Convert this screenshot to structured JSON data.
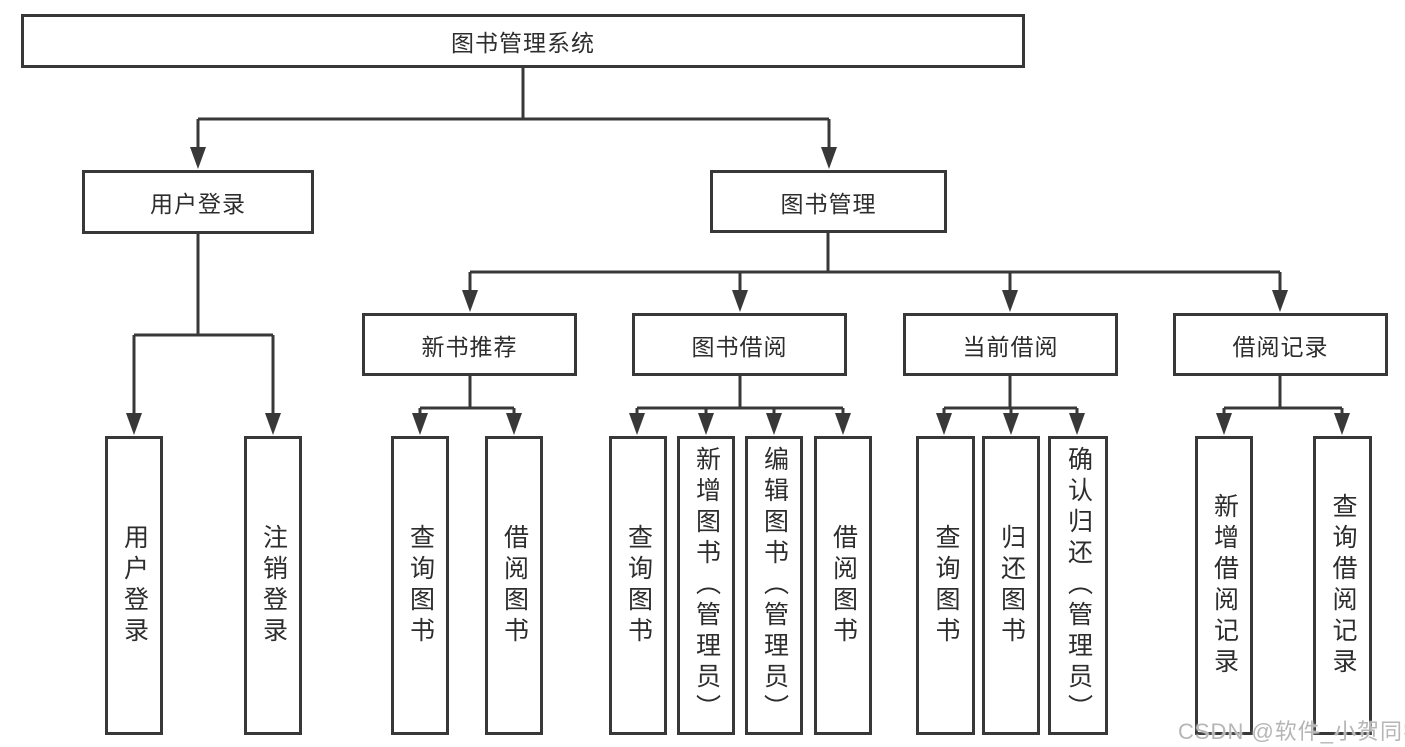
{
  "colors": {
    "line": "#383838",
    "box_border": "#383838",
    "text": "#2d2d2d",
    "watermark": "#b6b6b6",
    "background": "#ffffff"
  },
  "watermark": "CSDN @软件_小贺同学",
  "tree": {
    "root": "图书管理系统",
    "user_login": "用户登录",
    "book_mgmt": "图书管理",
    "user_login_children": {
      "login": "用户登录",
      "logout": "注销登录"
    },
    "book_mgmt_children": {
      "new_book": "新书推荐",
      "book_borrow": "图书借阅",
      "current_borrow": "当前借阅",
      "borrow_record": "借阅记录"
    },
    "new_book_children": {
      "query": "查询图书",
      "borrow": "借阅图书"
    },
    "book_borrow_children": {
      "query": "查询图书",
      "add": "新增图书（管理员）",
      "edit": "编辑图书（管理员）",
      "borrow": "借阅图书"
    },
    "current_borrow_children": {
      "query": "查询图书",
      "return": "归还图书",
      "confirm": "确认归还（管理员）"
    },
    "borrow_record_children": {
      "add": "新增借阅记录",
      "query": "查询借阅记录"
    }
  }
}
